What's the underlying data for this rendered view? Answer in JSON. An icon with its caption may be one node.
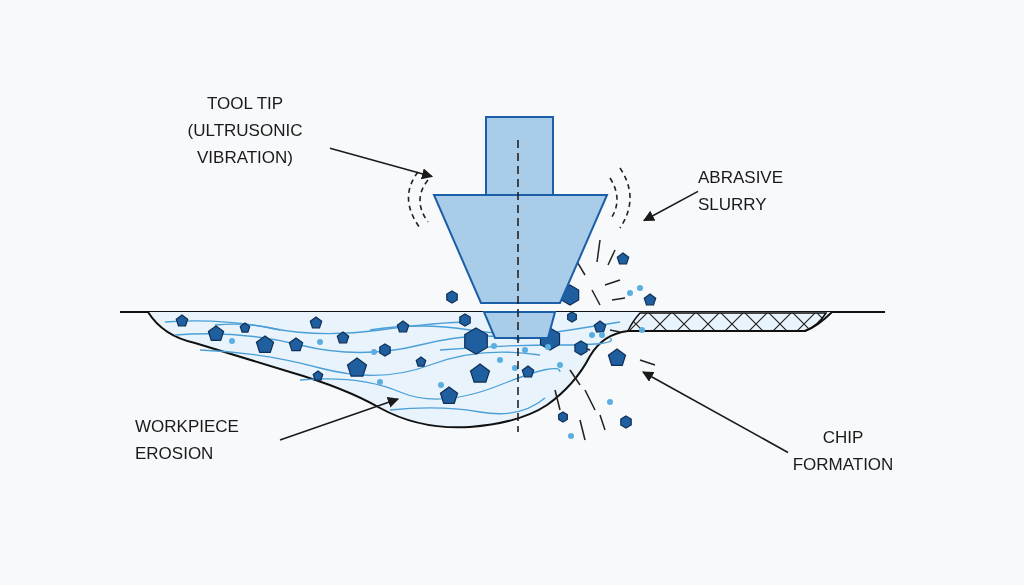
{
  "diagram": {
    "nodes": [
      {
        "text": [
          "TOOL TIP (ULTRUSONIC VIBRATION)"
        ]
      },
      {
        "text": [],
        "shape": "picture"
      },
      {
        "text": [
          "ABRASIVE SLURRY"
        ]
      },
      {
        "text": [
          "WORKPIECE EROSION"
        ]
      },
      {
        "text": [
          "CHIP FORMATION"
        ]
      }
    ],
    "edges": [
      {
        "from": 0,
        "to": 1,
        "arrow": "to"
      },
      {
        "from": 2,
        "to": 1,
        "arrow": "to"
      },
      {
        "from": 3,
        "to": null,
        "arrow": "to"
      },
      {
        "from": 4,
        "to": null,
        "arrow": "to"
      }
    ]
  }
}
